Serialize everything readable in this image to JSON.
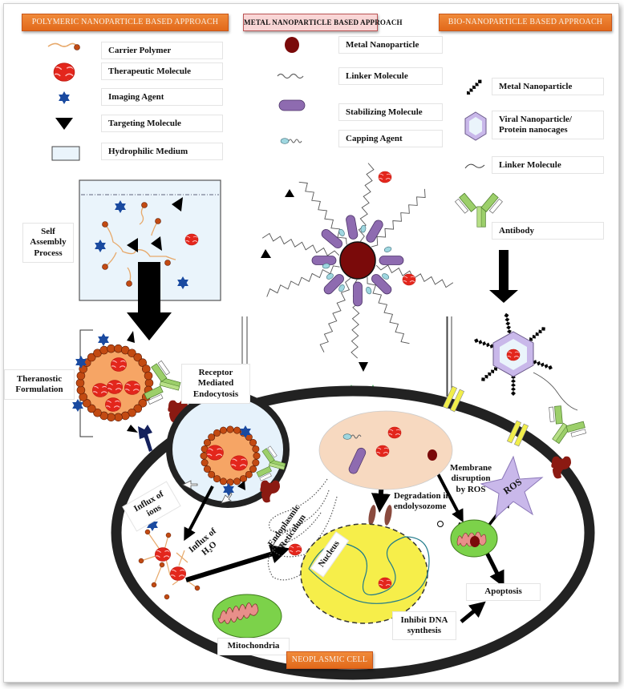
{
  "headers": {
    "polymeric": "POLYMERIC NANOPARTICLE BASED APPROACH",
    "metal": "METAL NANOPARTICLE BASED APPROACH",
    "bio": "BIO-NANOPARTICLE BASED APPROACH"
  },
  "legend_polymeric": [
    {
      "icon": "carrier-polymer-icon",
      "label": "Carrier Polymer"
    },
    {
      "icon": "therapeutic-molecule-icon",
      "label": "Therapeutic Molecule"
    },
    {
      "icon": "imaging-agent-icon",
      "label": "Imaging Agent"
    },
    {
      "icon": "targeting-molecule-icon",
      "label": "Targeting Molecule"
    },
    {
      "icon": "hydrophilic-medium-icon",
      "label": "Hydrophilic Medium"
    }
  ],
  "legend_metal": [
    {
      "icon": "metal-nanoparticle-icon",
      "label": "Metal Nanoparticle"
    },
    {
      "icon": "linker-molecule-icon",
      "label": "Linker Molecule"
    },
    {
      "icon": "stabilizing-molecule-icon",
      "label": "Stabilizing Molecule"
    },
    {
      "icon": "capping-agent-icon",
      "label": "Capping Agent"
    }
  ],
  "legend_bio": [
    {
      "icon": "spiked-metal-nanoparticle-icon",
      "label": "Metal Nanoparticle"
    },
    {
      "icon": "viral-nanoparticle-icon",
      "label_line1": "Viral Nanoparticle/",
      "label_line2": "Protein nanocages"
    },
    {
      "icon": "linker-molecule-icon",
      "label": "Linker Molecule"
    },
    {
      "icon": "antibody-icon",
      "label": "Antibody"
    }
  ],
  "annotations": {
    "self_assembly": [
      "Self",
      "Assembly",
      "Process"
    ],
    "theranostic": [
      "Theranostic",
      "Formulation"
    ],
    "receptor": [
      "Receptor",
      "Mediated",
      "Endocytosis"
    ],
    "influx_ions": [
      "Influx of",
      "ions"
    ],
    "influx_h2o": [
      "Influx of",
      "H₂O"
    ],
    "endoplasmic": [
      "Endoplasmic",
      "Reticulum"
    ],
    "nucleus": "Nucleus",
    "degradation": [
      "Degradation in",
      "endolysozome"
    ],
    "membrane_disruption": [
      "Membrane",
      "disruption",
      "by ROS"
    ],
    "ros": "ROS",
    "apoptosis": "Apoptosis",
    "inhibit_dna": [
      "Inhibit DNA",
      "synthesis"
    ],
    "mitochondria": "Mitochondria",
    "cell": "NEOPLASMIC CELL"
  },
  "colors": {
    "orange_header": "#e8721f",
    "pink_header": "#f9d6d6",
    "metal_np": "#7a0a0a",
    "stabilizer": "#8e6bb0",
    "capping": "#9fd7e0",
    "imaging": "#1a4aa0",
    "therapeutic": "#e3261c",
    "particle_core": "#f6a565",
    "bead": "#c24a12",
    "membrane": "#222222",
    "nucleus": "#f6ee4a",
    "mito_outer": "#7cd24a",
    "mito_inner": "#e88f8a",
    "endosome": "#f7d9c0",
    "vesicle": "#e6f2fb",
    "ros_star": "#c9b8ea",
    "receptor_yellow": "#f1ee4a",
    "receptor_green": "#2fa84a",
    "receptor_red": "#8b1a12",
    "antibody_green": "#9ccf6a"
  }
}
